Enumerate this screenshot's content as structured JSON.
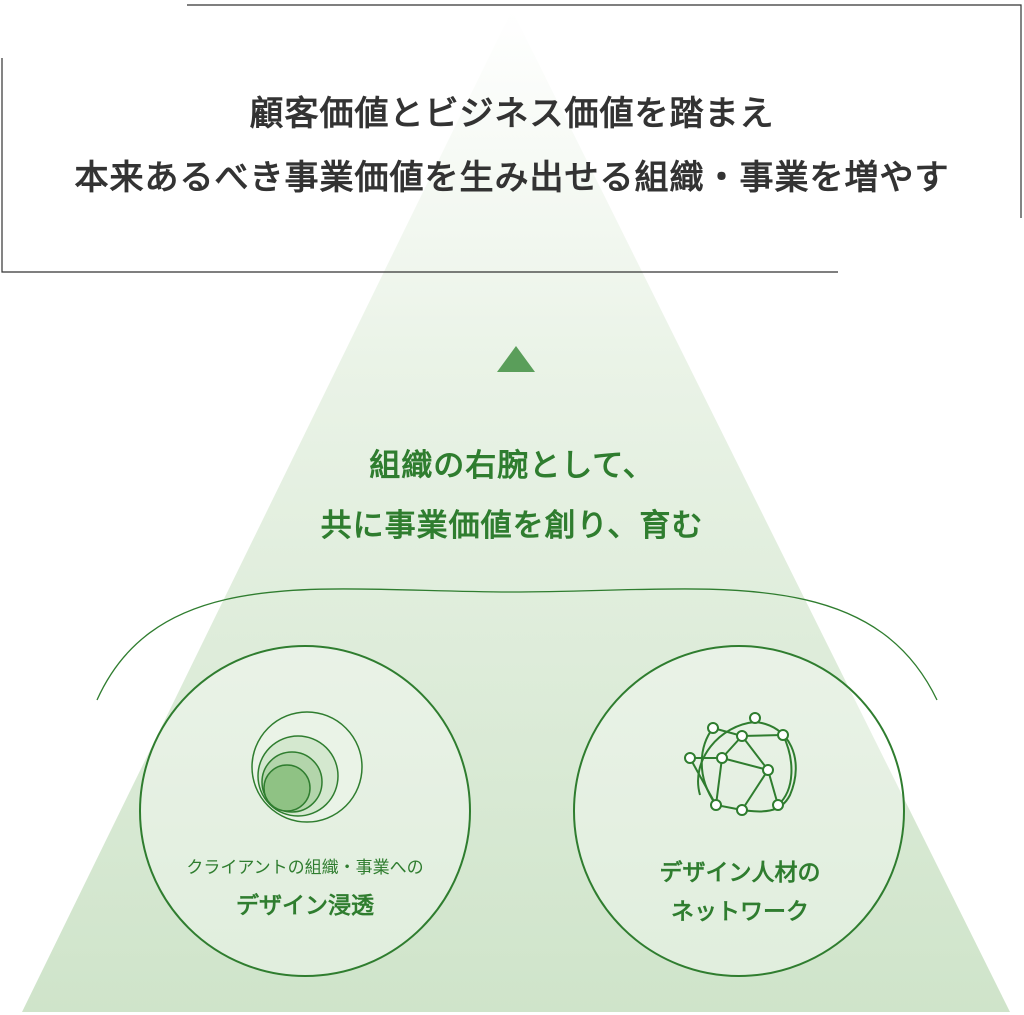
{
  "colors": {
    "text_dark": "#333333",
    "green": "#2f7d2f",
    "triangle_light": "#e3efe0",
    "triangle_dark": "#c9e0c3",
    "arrow": "#5a9e5a"
  },
  "top_box": {
    "line1": "顧客価値とビジネス価値を踏まえ",
    "line2": "本来あるべき事業価値を生み出せる組織・事業を増やす"
  },
  "middle": {
    "line1": "組織の右腕として、",
    "line2": "共に事業価値を創り、育む"
  },
  "left_circle": {
    "icon": "concentric-circles-icon",
    "subtitle": "クライアントの組織・事業への",
    "title": "デザイン浸透"
  },
  "right_circle": {
    "icon": "network-globe-icon",
    "line1": "デザイン人材の",
    "line2": "ネットワーク"
  }
}
